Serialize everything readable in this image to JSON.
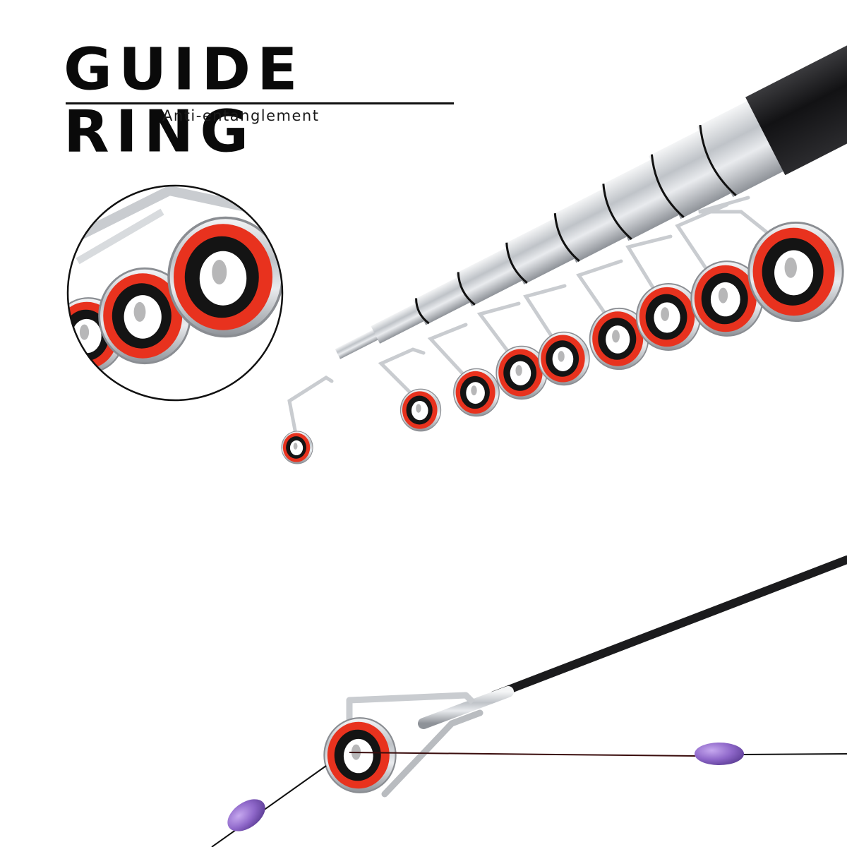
{
  "header": {
    "title": "GUIDE RING",
    "subtitle": "Anti-entanglement"
  },
  "product": {
    "subject": "telescopic fishing rod with guide rings",
    "guide_ring_count_main": 9,
    "inset_ring_count": 3,
    "float_count": 2
  },
  "colors": {
    "ring_red": "#e8321e",
    "ring_black": "#141414",
    "frame_silver": "#c9ccd0",
    "blank_black": "#1b1b1d",
    "accent_gold": "#e5a21c",
    "float_purple": "#8e67c9",
    "line_dark": "#3a0d0d"
  },
  "icons": {
    "inset": "magnified-guide-rings",
    "tip": "tip-guide-ring",
    "float": "fishing-float"
  }
}
